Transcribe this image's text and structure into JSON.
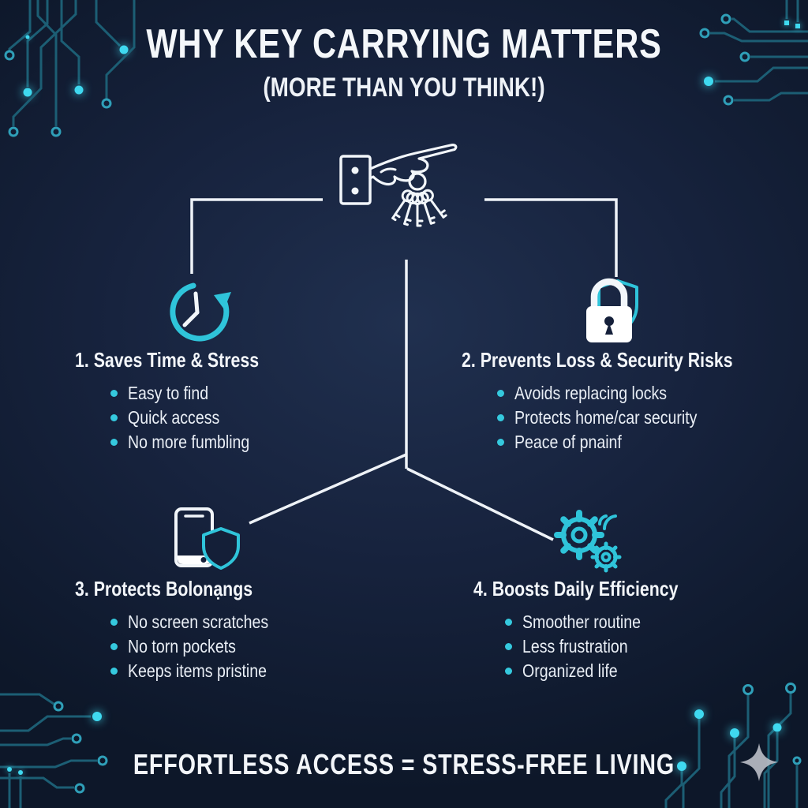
{
  "title": "WHY KEY CARRYING MATTERS",
  "subtitle": "(MORE THAN YOU THINK!)",
  "tagline": "EFFORTLESS ACCESS = STRESS-FREE LIVING",
  "center_icon": "hand-holding-keyring",
  "colors": {
    "background": "#101a2e",
    "accent_cyan": "#2fc4da",
    "glow_cyan": "#3fd9f0",
    "connector_white": "#eef2f7",
    "text_white": "#e9eef5",
    "circuit_trace": "#1c5e74",
    "star_grey": "#b7bcc4"
  },
  "sections": [
    {
      "icon": "clock-arrow-icon",
      "heading": "1. Saves Time & Stress",
      "bullets": [
        "Easy to find",
        "Quick access",
        "No more fumbling"
      ]
    },
    {
      "icon": "padlock-shield-icon",
      "heading": "2. Prevents Loss & Security Risks",
      "bullets": [
        "Avoids replacing locks",
        "Protects home/car security",
        "Peace of pnainf"
      ]
    },
    {
      "icon": "phone-shield-icon",
      "heading": "3. Protects Bolonạngs",
      "bullets": [
        "No screen scratches",
        "No torn pockets",
        "Keeps items pristine"
      ]
    },
    {
      "icon": "gears-icon",
      "heading": "4. Boosts Daily Efficiency",
      "bullets": [
        "Smoother routine",
        "Less frustration",
        "Organized life"
      ]
    }
  ]
}
